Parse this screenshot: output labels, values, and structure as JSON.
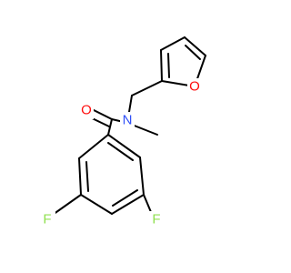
{
  "molecule": {
    "atoms": {
      "oxygen_carbonyl": {
        "label": "O",
        "color": "#ff0d0d"
      },
      "nitrogen": {
        "label": "N",
        "color": "#3050f8"
      },
      "oxygen_furan": {
        "label": "O",
        "color": "#ff0d0d"
      },
      "fluorine_left": {
        "label": "F",
        "color": "#90e050"
      },
      "fluorine_right": {
        "label": "F",
        "color": "#90e050"
      }
    }
  }
}
